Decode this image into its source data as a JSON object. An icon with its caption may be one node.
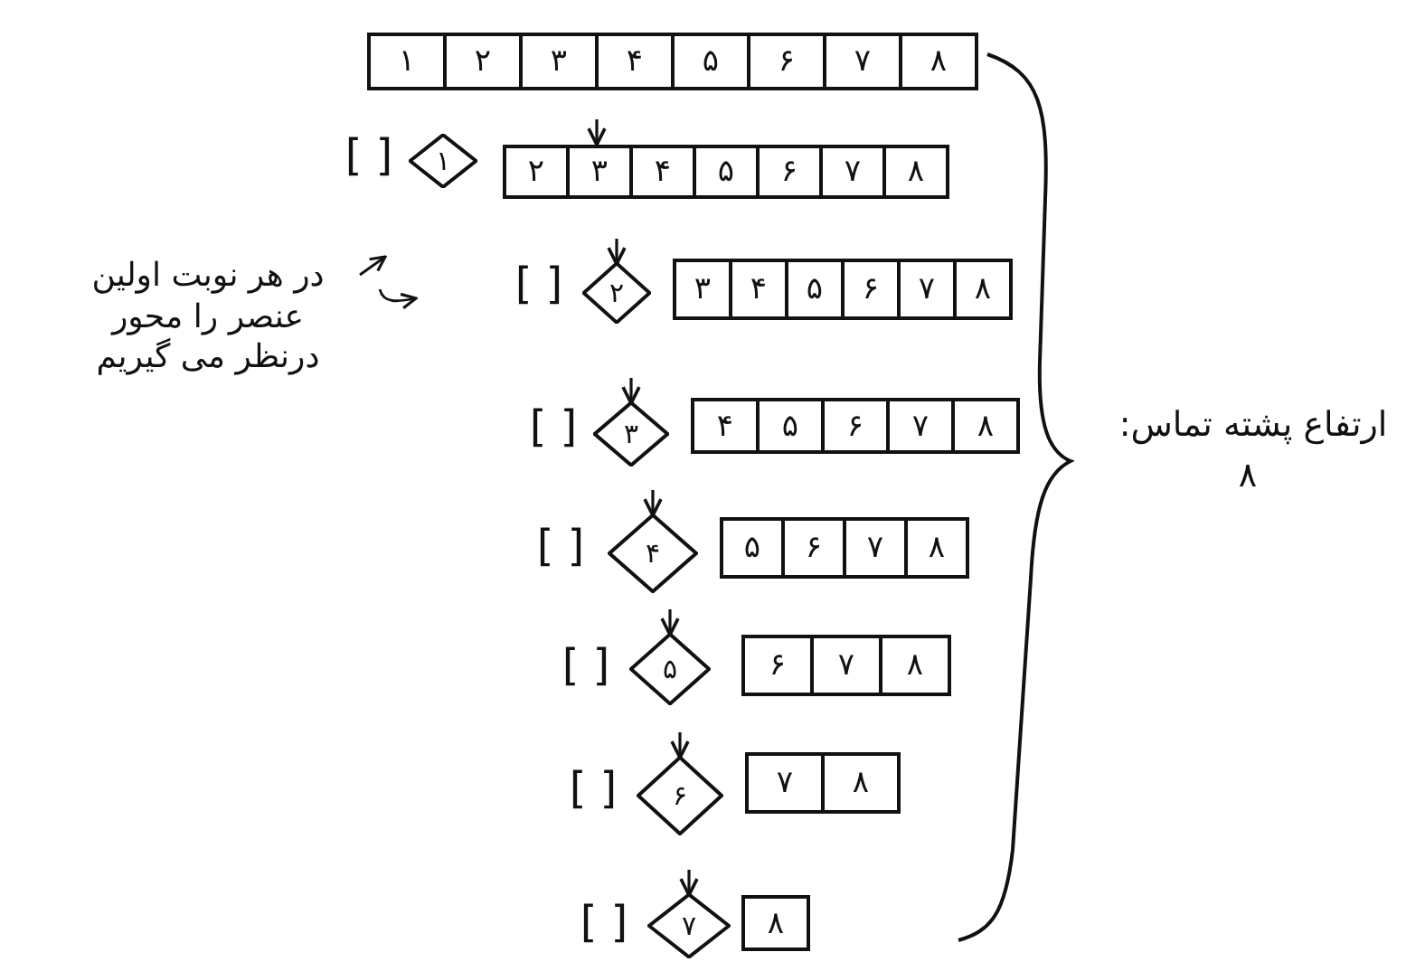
{
  "diagram": {
    "nodes": [
      {
        "text": [
          "۱"
        ]
      },
      {
        "text": [
          "۲"
        ]
      },
      {
        "text": [
          "۳"
        ]
      },
      {
        "text": [
          "۴"
        ]
      },
      {
        "text": [
          "۵"
        ]
      },
      {
        "text": [
          "۶"
        ]
      },
      {
        "text": [
          "۷"
        ]
      },
      {
        "text": [
          "۸"
        ]
      },
      {
        "text": [
          "۱"
        ]
      },
      {
        "text": [
          "۲"
        ]
      },
      {
        "text": [
          "۳"
        ]
      },
      {
        "text": [
          "۴"
        ]
      },
      {
        "text": [
          "۵"
        ]
      },
      {
        "text": [
          "۶"
        ]
      },
      {
        "text": [
          "۷"
        ]
      },
      {
        "text": [
          "۸"
        ]
      },
      {
        "text": [
          "۲"
        ]
      },
      {
        "text": [
          "۳"
        ]
      },
      {
        "text": [
          "۴"
        ]
      },
      {
        "text": [
          "۵"
        ]
      },
      {
        "text": [
          "۶"
        ]
      },
      {
        "text": [
          "۷"
        ]
      },
      {
        "text": [
          "۸"
        ]
      },
      {
        "text": [
          "۳"
        ]
      },
      {
        "text": [
          "۴"
        ]
      },
      {
        "text": [
          "۵"
        ]
      },
      {
        "text": [
          "۶"
        ]
      },
      {
        "text": [
          "۷"
        ]
      },
      {
        "text": [
          "۸"
        ]
      },
      {
        "text": [
          "۴"
        ]
      },
      {
        "text": [
          "۵"
        ]
      },
      {
        "text": [
          "۶"
        ]
      },
      {
        "text": [
          "۷"
        ]
      },
      {
        "text": [
          "۸"
        ]
      },
      {
        "text": [
          "۵"
        ]
      },
      {
        "text": [
          "۶"
        ]
      },
      {
        "text": [
          "۷"
        ]
      },
      {
        "text": [
          "۸"
        ]
      },
      {
        "text": [
          "۶"
        ]
      },
      {
        "text": [
          "۷"
        ]
      },
      {
        "text": [
          "۸"
        ]
      },
      {
        "text": [
          "۷"
        ]
      },
      {
        "text": [
          "۸"
        ]
      }
    ],
    "edges": [
      {
        "from": null,
        "to": 10,
        "arrow": "to"
      },
      {
        "from": null,
        "to": 16,
        "arrow": "to"
      },
      {
        "from": null,
        "to": 23,
        "arrow": "to"
      },
      {
        "from": null,
        "to": 29,
        "arrow": "to"
      },
      {
        "from": null,
        "to": 34,
        "arrow": "to"
      },
      {
        "from": null,
        "to": 38,
        "arrow": "to"
      },
      {
        "from": null,
        "to": 41,
        "arrow": "to"
      }
    ],
    "labels": [
      "[ ]",
      "در هر نوبت اولین عنصر را محور درنظر می گیریم",
      "[ ]",
      "[ ]",
      "[ ]",
      "[ ]",
      "[ ]",
      "[ ]",
      "ارتفاع پشته تماس:",
      "۸"
    ]
  }
}
